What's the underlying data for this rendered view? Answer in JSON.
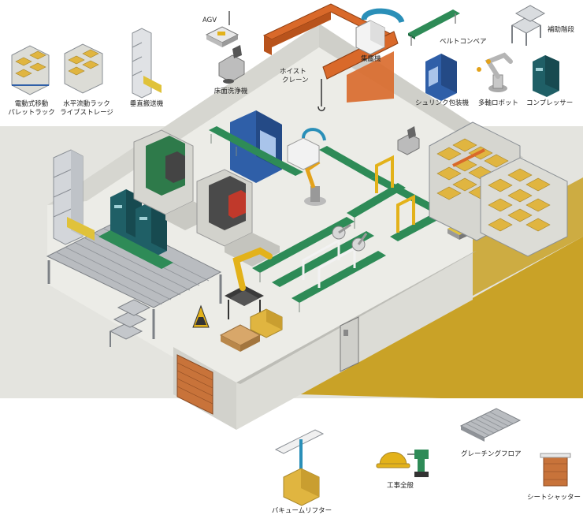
{
  "labels": {
    "pallet_rack": [
      "電動式移動",
      "パレットラック"
    ],
    "flow_rack": [
      "水平流動ラック",
      "ライブストレージ"
    ],
    "vertical_conveyor": "垂直搬送機",
    "agv": "AGV",
    "floor_cleaner": "床面洗浄機",
    "hoist_crane": [
      "ホイスト",
      "クレーン"
    ],
    "dust_collector": "集塵機",
    "belt_conveyor": "ベルトコンベア",
    "shrink_wrapper": "シュリンク包装機",
    "multi_axis_robot": "多軸ロボット",
    "aux_stairs": "補助階段",
    "compressor": "コンプレッサー",
    "vacuum_lifter": "バキュームリフター",
    "construction": "工事全般",
    "grating_floor": "グレーチングフロア",
    "sheet_shutter": "シートシャッター"
  },
  "colors": {
    "floor": "#e9e9e4",
    "wall": "#d8d8d2",
    "band": "#e3e3de",
    "yellow_floor": "#c9a227",
    "conveyor_green": "#2e8b57",
    "rack_gray": "#9aa0a6",
    "box_yellow": "#e0b540",
    "crane_orange": "#d9692a",
    "machine_blue": "#2f5fa8",
    "compressor_teal": "#1f5f66",
    "shutter_orange": "#c8733a",
    "robot_yellow": "#e3b21a"
  }
}
